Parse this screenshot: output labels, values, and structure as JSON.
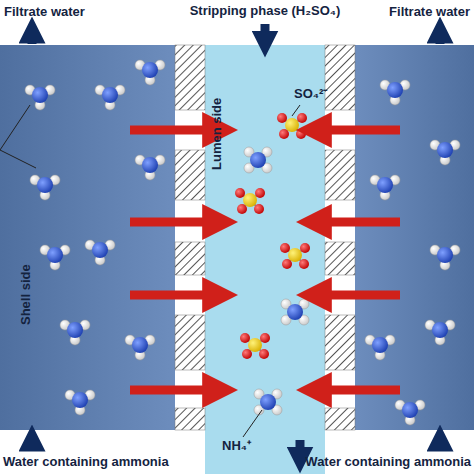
{
  "diagram": {
    "nodes": [
      {
        "text": [
          "Shell side"
        ]
      },
      {
        "text": [
          "Lumen side"
        ]
      }
    ],
    "labels": [
      "Filtrate water",
      "Stripping phase (H₂SO₄)",
      "Filtrate water",
      "SO₄²⁻",
      "NH₄⁺",
      "Water containing ammonia",
      "Water containing ammonia"
    ]
  }
}
